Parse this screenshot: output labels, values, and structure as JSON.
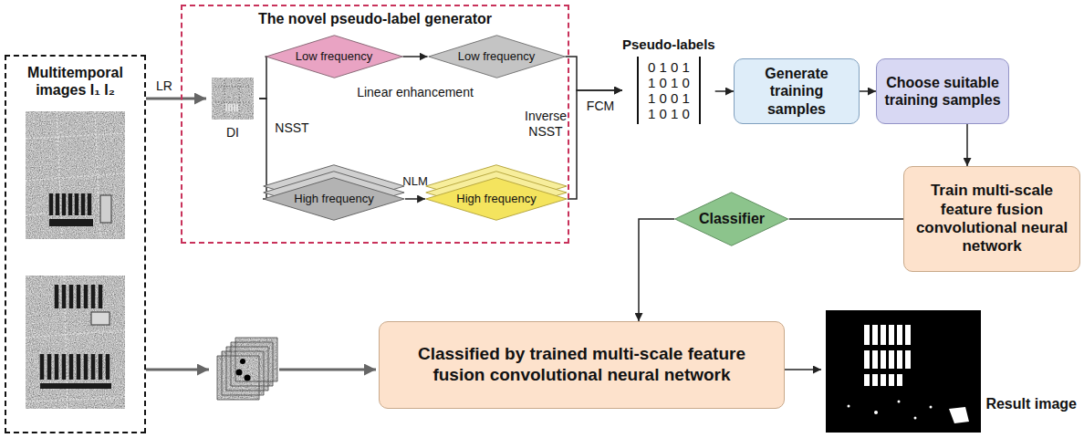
{
  "diagram": {
    "nodes": [
      {
        "text": [
          "Multitemporal images I₁ I₂"
        ]
      },
      {
        "text": [
          "The novel pseudo-label generator"
        ]
      },
      {
        "text": [
          "DI"
        ],
        "in": 1
      },
      {
        "text": [
          "Low frequency"
        ],
        "in": 1
      },
      {
        "text": [
          "Low frequency"
        ],
        "in": 1
      },
      {
        "text": [
          "High frequency"
        ],
        "in": 1
      },
      {
        "text": [
          "High frequency"
        ],
        "in": 1
      },
      {
        "text": [
          "Pseudo-labels",
          "0 1 0 1",
          "1 0 1 0",
          "1 0 0 1",
          "1 0 1 0"
        ]
      },
      {
        "text": [
          "Generate training samples"
        ]
      },
      {
        "text": [
          "Choose suitable training samples"
        ]
      },
      {
        "text": [
          "Train multi-scale feature fusion convolutional neural network"
        ]
      },
      {
        "text": [
          "Classifier"
        ]
      },
      {
        "text": [
          "Classified by trained multi-scale feature fusion convolutional neural network"
        ]
      },
      {
        "text": [
          "Result image"
        ]
      }
    ],
    "edges": [
      {
        "from": 0,
        "to": 2,
        "label": "LR",
        "arrow": "to"
      },
      {
        "from": 2,
        "to": 3,
        "arrow": "none"
      },
      {
        "from": 2,
        "to": 5,
        "arrow": "none"
      },
      {
        "from": 3,
        "to": 4,
        "label": "Linear enhancement",
        "arrow": "to"
      },
      {
        "from": 5,
        "to": 6,
        "label": "NLM",
        "arrow": "to"
      },
      {
        "from": 4,
        "to": 7,
        "arrow": "to"
      },
      {
        "from": 6,
        "to": 7,
        "arrow": "to"
      },
      {
        "from": 7,
        "to": 8,
        "arrow": "to"
      },
      {
        "from": 8,
        "to": 9,
        "arrow": "to"
      },
      {
        "from": 9,
        "to": 10,
        "arrow": "to"
      },
      {
        "from": 10,
        "to": 11,
        "arrow": "none"
      },
      {
        "from": 11,
        "to": 12,
        "arrow": "to"
      },
      {
        "from": 12,
        "to": 13,
        "arrow": "to"
      }
    ],
    "labels": [
      "NSST",
      "Inverse NSST",
      "FCM"
    ]
  }
}
